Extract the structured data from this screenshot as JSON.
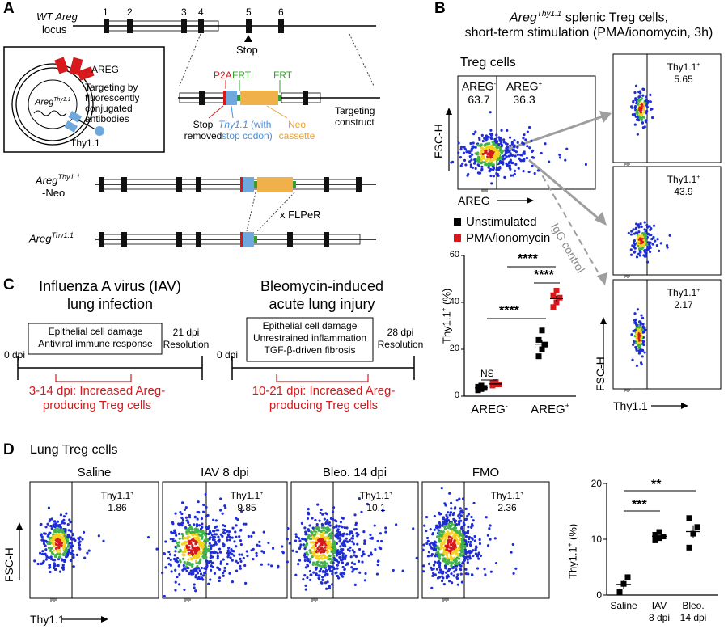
{
  "panels": {
    "A": "A",
    "B": "B",
    "C": "C",
    "D": "D"
  },
  "panel_a": {
    "wt_label_1": "WT Areg",
    "wt_label_2": "locus",
    "exon_numbers": [
      "1",
      "2",
      "3",
      "4",
      "5",
      "6"
    ],
    "stop": "Stop",
    "inset_areg": "AREG",
    "inset_thy": "Thy1.1",
    "inset_cell_label": "Areg",
    "inset_cell_sup": "Thy1.1",
    "inset_text_1": "Targeting by",
    "inset_text_2": "fluorescently",
    "inset_text_3": "conjugated",
    "inset_text_4": "antibodies",
    "p2a": "P2A",
    "frt1": "FRT",
    "frt2": "FRT",
    "stop_removed_1": "Stop",
    "stop_removed_2": "removed",
    "thy_cassette_1": "Thy1.1",
    "thy_cassette_2": "(with",
    "thy_cassette_3": "stop codon)",
    "neo_1": "Neo",
    "neo_2": "cassette",
    "targeting_1": "Targeting",
    "targeting_2": "construct",
    "neo_allele": "Areg",
    "neo_allele_sup": "Thy1.1",
    "neo_allele_2": "-Neo",
    "flper": "x FLPeR",
    "final_allele": "Areg",
    "final_allele_sup": "Thy1.1"
  },
  "panel_b": {
    "title_1a": "Areg",
    "title_1sup": "Thy1.1",
    "title_1b": " splenic Treg cells,",
    "title_2": "short-term stimulation (PMA/ionomycin, 3h)",
    "plot_title": "Treg cells",
    "areg_neg": "AREG",
    "areg_neg_sup": "-",
    "areg_neg_value": "63.7",
    "areg_pos": "AREG",
    "areg_pos_sup": "+",
    "areg_pos_value": "36.3",
    "y_axis": "FSC-H",
    "x_axis": "AREG",
    "igg": "IgG control",
    "gates": [
      {
        "label": "Thy1.1",
        "sup": "+",
        "value": "5.65"
      },
      {
        "label": "Thy1.1",
        "sup": "+",
        "value": "43.9"
      },
      {
        "label": "Thy1.1",
        "sup": "+",
        "value": "2.17"
      }
    ],
    "right_y_axis": "FSC-H",
    "right_x_axis": "Thy1.1",
    "legend_unstim": "Unstimulated",
    "legend_pma": "PMA/ionomycin",
    "unstim_color": "#000000",
    "pma_color": "#d7191c",
    "dot_y_label": "Thy1.1",
    "dot_y_sup": "+",
    "dot_y_unit": " (%)",
    "dot_ticks": [
      "0",
      "20",
      "40",
      "60"
    ],
    "dot_cats": [
      {
        "t": "AREG",
        "s": "-"
      },
      {
        "t": "AREG",
        "s": "+"
      }
    ],
    "sig_ns": "NS",
    "sig_1": "****",
    "sig_2": "****",
    "sig_3": "****"
  },
  "panel_c": {
    "iav_title_1": "Influenza A virus (IAV)",
    "iav_title_2": "lung infection",
    "iav_box_1": "Epithelial cell damage",
    "iav_box_2": "Antiviral immune response",
    "iav_start": "0 dpi",
    "iav_end_1": "21 dpi",
    "iav_end_2": "Resolution",
    "iav_red_1": "3-14 dpi: Increased Areg-",
    "iav_red_2": "producing Treg cells",
    "bleo_title_1": "Bleomycin-induced",
    "bleo_title_2": "acute lung injury",
    "bleo_box_1": "Epithelial cell damage",
    "bleo_box_2": "Unrestrained inflammation",
    "bleo_box_3": "TGF-β-driven fibrosis",
    "bleo_start": "0 dpi",
    "bleo_end_1": "28 dpi",
    "bleo_end_2": "Resolution",
    "bleo_red_1": "10-21 dpi: Increased Areg-",
    "bleo_red_2": "producing Treg cells"
  },
  "panel_d": {
    "header": "Lung Treg cells",
    "plots": [
      {
        "title": "Saline",
        "gate": "Thy1.1",
        "sup": "+",
        "value": "1.86"
      },
      {
        "title": "IAV 8 dpi",
        "gate": "Thy1.1",
        "sup": "+",
        "value": "9.85"
      },
      {
        "title": "Bleo. 14 dpi",
        "gate": "Thy1.1",
        "sup": "+",
        "value": "10.1"
      },
      {
        "title": "FMO",
        "gate": "Thy1.1",
        "sup": "+",
        "value": "2.36"
      }
    ],
    "y_axis": "FSC-H",
    "x_axis": "Thy1.1",
    "dot_y_label": "Thy1.1",
    "dot_y_sup": "+",
    "dot_y_unit": " (%)",
    "dot_ticks": [
      "0",
      "10",
      "20"
    ],
    "dot_cats": [
      [
        "Saline"
      ],
      [
        "IAV",
        "8 dpi"
      ],
      [
        "Bleo.",
        "14 dpi"
      ]
    ],
    "sig_1": "***",
    "sig_2": "**"
  },
  "chart_data": [
    {
      "type": "scatter",
      "ylabel": "Thy1.1+ (%)",
      "categories": [
        "AREG-",
        "AREG+"
      ],
      "ylim": [
        0,
        60
      ],
      "series": [
        {
          "name": "Unstimulated",
          "values": [
            [
              2.5,
              3,
              3.5,
              4,
              4.5
            ],
            [
              17,
              20,
              22,
              24,
              28
            ]
          ]
        },
        {
          "name": "PMA/ionomycin",
          "values": [
            [
              4.5,
              5,
              5,
              5.5,
              6
            ],
            [
              38,
              40,
              42,
              43,
              45
            ]
          ]
        }
      ]
    },
    {
      "type": "scatter",
      "ylabel": "Thy1.1+ (%)",
      "categories": [
        "Saline",
        "IAV 8 dpi",
        "Bleo. 14 dpi"
      ],
      "ylim": [
        0,
        20
      ],
      "series": [
        {
          "values": [
            [
              0.5,
              2,
              3.2
            ],
            [
              9.8,
              10.2,
              10.5,
              10.8,
              11.3
            ],
            [
              8.5,
              11,
              12.2,
              13.8
            ]
          ]
        }
      ]
    }
  ]
}
